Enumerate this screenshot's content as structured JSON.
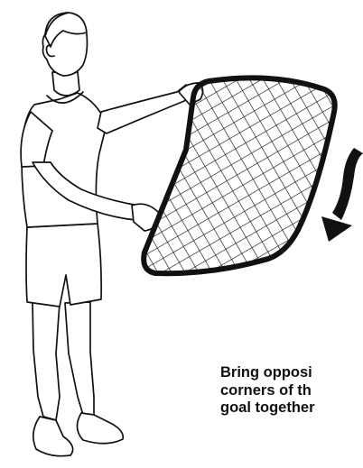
{
  "illustration": {
    "subject": "person-holding-folding-goal",
    "arrow_icon": "curved-arrow-down-icon",
    "line_color": "#111111",
    "mesh_color": "#111111",
    "background": "#ffffff"
  },
  "instruction": {
    "lines": [
      "Bring opposi",
      "corners of th",
      "goal together"
    ]
  }
}
